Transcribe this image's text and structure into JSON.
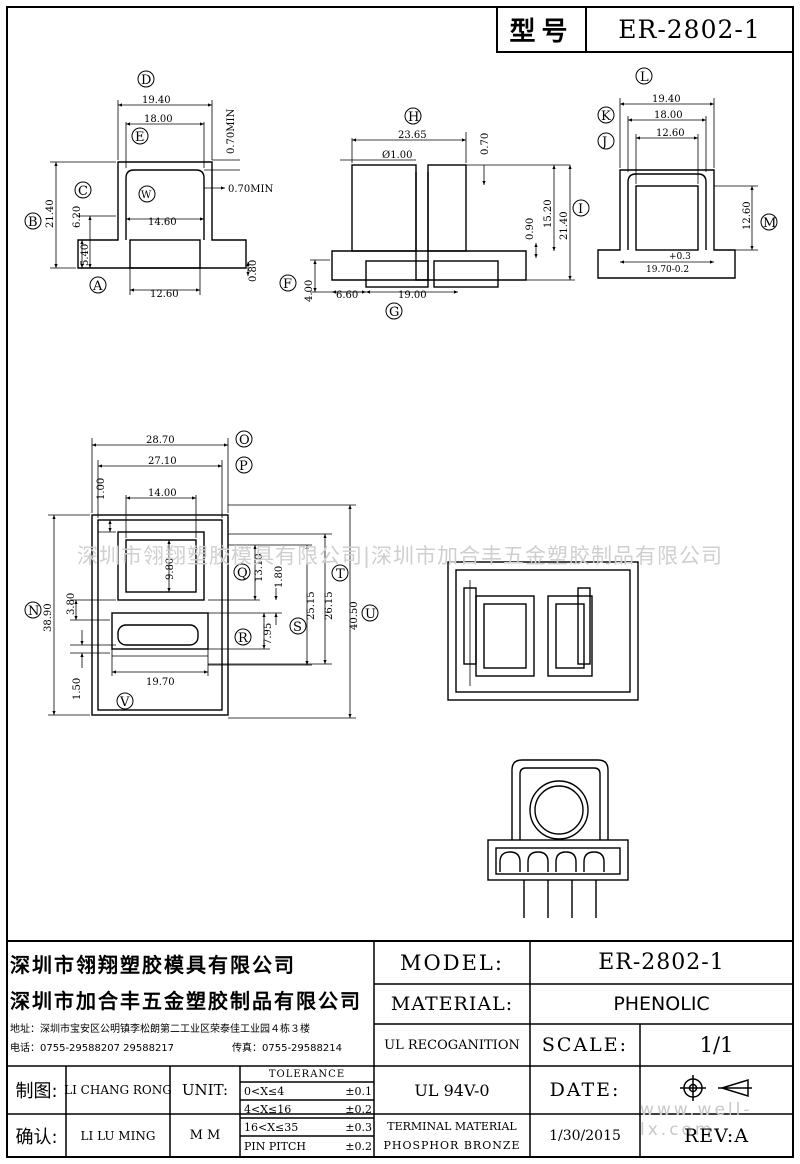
{
  "header": {
    "type_label": "型号",
    "model_no": "ER-2802-1"
  },
  "views": {
    "front": {
      "dims": {
        "w1": "19.40",
        "w2": "18.00",
        "w3": "14.60",
        "w4": "12.60",
        "h1": "21.40",
        "h2": "6.20",
        "h3": "5.40",
        "h4": "0.80",
        "t1": "0.70MIN",
        "t2": "0.70MIN"
      },
      "labels": {
        "d": "D",
        "e": "E",
        "c": "C",
        "w": "W",
        "b": "B",
        "a": "A"
      }
    },
    "side": {
      "dims": {
        "len": "23.65",
        "dia": "Ø1.00",
        "t": "0.70",
        "h1": "15.20",
        "h2": "21.40",
        "h3": "0.90",
        "pin": "4.00",
        "off": "6.60",
        "span": "19.00"
      },
      "labels": {
        "h": "H",
        "i": "I",
        "f": "F",
        "g": "G"
      }
    },
    "end": {
      "dims": {
        "w1": "19.40",
        "w2": "18.00",
        "w3": "12.60",
        "h": "12.60",
        "tol": "+0.3",
        "base": "19.70-0.2"
      },
      "labels": {
        "l": "L",
        "k": "K",
        "j": "J",
        "m": "M"
      }
    },
    "plan": {
      "dims": {
        "w1": "28.70",
        "w2": "27.10",
        "w3": "14.00",
        "w4": "19.70",
        "v1": "1.00",
        "v2": "9.80",
        "v3": "13.10",
        "v4": "1.80",
        "v5": "25.15",
        "v6": "26.15",
        "v7": "3.80",
        "v8": "38.90",
        "v9": "40.50",
        "v10": "7.95",
        "v11": "1.50"
      },
      "labels": {
        "o": "O",
        "p": "P",
        "q": "Q",
        "r": "R",
        "s": "S",
        "t": "T",
        "u": "U",
        "n": "N",
        "v": "V"
      }
    }
  },
  "watermark": "深圳市翎翔塑胶模具有限公司|深圳市加合丰五金塑胶制品有限公司",
  "watermark_url": "www.well-lx.com",
  "title_block": {
    "company1": "深圳市翎翔塑胶模具有限公司",
    "company2": "深圳市加合丰五金塑胶制品有限公司",
    "address": "地址：深圳市宝安区公明镇李松朗第二工业区荣泰佳工业园４栋３楼",
    "phone": "电话：0755-29588207  29588217",
    "fax": "传真：0755-29588214",
    "model_label": "MODEL:",
    "model_value": "ER-2802-1",
    "material_label": "MATERIAL:",
    "material_value": "PHENOLIC",
    "ul_label": "UL RECOGANITION",
    "ul_value": "UL 94V-0",
    "scale_label": "SCALE:",
    "scale_value": "1/1",
    "date_label": "DATE:",
    "date_value": "1/30/2015",
    "rev_label": "REV:A",
    "terminal_line1": "TERMINAL MATERIAL",
    "terminal_line2": "PHOSPHOR  BRONZE",
    "drawn_label": "制图:",
    "drawn_by": "LI CHANG RONG",
    "checked_label": "确认:",
    "checked_by": "LI LU MING",
    "unit_label": "UNIT:",
    "unit_value": "M M",
    "tolerance_title": "TOLERANCE",
    "tolerances": [
      {
        "range": "0<X≤4",
        "value": "±0.1"
      },
      {
        "range": "4<X≤16",
        "value": "±0.2"
      },
      {
        "range": "16<X≤35",
        "value": "±0.3"
      },
      {
        "range": "PIN PITCH",
        "value": "±0.2"
      }
    ]
  }
}
